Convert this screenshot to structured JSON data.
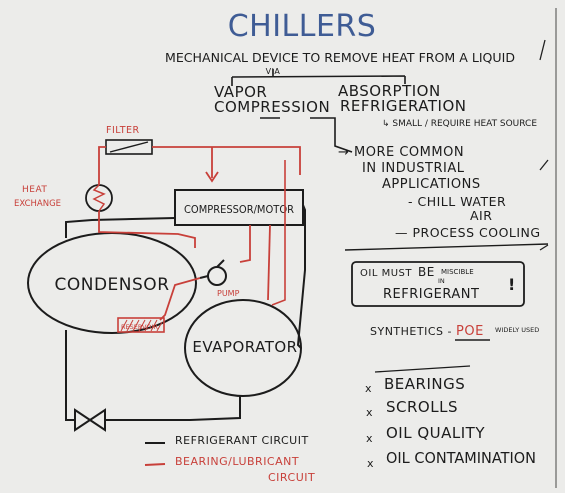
{
  "title": "CHILLERS",
  "definition": {
    "line1": "MECHANICAL DEVICE TO REMOVE HEAT FROM A LIQUID",
    "via": "VIA"
  },
  "types": {
    "left": [
      "VAPOR",
      "COMPRESSION"
    ],
    "right": [
      "ABSORPTION",
      "REFRIGERATION"
    ],
    "right_note": "↳ SMALL / REQUIRE HEAT SOURCE"
  },
  "notes": {
    "more_common": [
      "→ MORE COMMON",
      "IN INDUSTRIAL",
      "APPLICATIONS"
    ],
    "apps": [
      "- CHILL WATER",
      "AIR",
      "— PROCESS COOLING"
    ]
  },
  "oil_box": {
    "line1_a": "OIL MUST",
    "line1_b": "BE",
    "line1_c": "MISCIBLE",
    "line1_in": "IN",
    "line2": "REFRIGERANT",
    "mark": "!"
  },
  "synthetics": {
    "label": "SYNTHETICS -",
    "value": "POE",
    "note": "WIDELY USED"
  },
  "bullets": [
    {
      "mark": "x",
      "text": "BEARINGS"
    },
    {
      "mark": "x",
      "text": "SCROLLS"
    },
    {
      "mark": "x",
      "text": "OIL QUALITY"
    },
    {
      "mark": "x",
      "text": "OIL CONTAMINATION"
    }
  ],
  "components": {
    "filter": "FILTER",
    "heat_exchange": [
      "HEAT",
      "EXCHANGE"
    ],
    "compressor": "COMPRESSOR/MOTOR",
    "condensor": "CONDENSOR",
    "pump": "PUMP",
    "reservoir": "RESERVOIR",
    "evaporator": "EVAPORATOR"
  },
  "legend": {
    "refrigerant": "REFRIGERANT CIRCUIT",
    "bearing": [
      "BEARING/LUBRICANT",
      "CIRCUIT"
    ]
  },
  "colors": {
    "ink_black": "#1c1c1c",
    "ink_red": "#c8403a",
    "ink_blue": "#3f5c95",
    "board": "#e9e9e7"
  }
}
